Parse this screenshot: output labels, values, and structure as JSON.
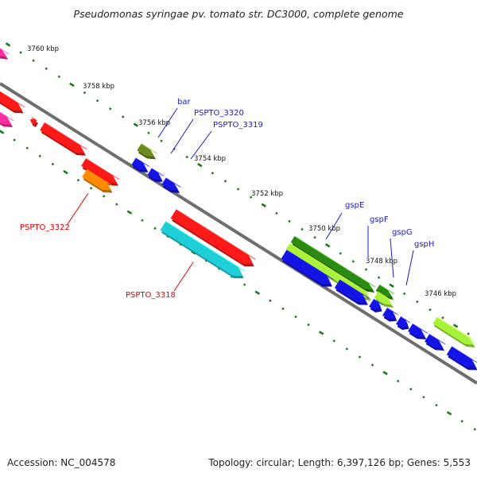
{
  "title": "Pseudomonas syringae pv. tomato str. DC3000, complete genome",
  "footer": {
    "accession": "Accession: NC_004578",
    "summary": "Topology: circular; Length: 6,397,126 bp; Genes: 5,553"
  },
  "colors": {
    "backbone": "#6e6e6e",
    "tick": "#1a7a1a",
    "red": "#ff1a1a",
    "magenta": "#ff2ca0",
    "orange": "#ff8c00",
    "olive": "#6b8a1f",
    "blue": "#1414e6",
    "cyan": "#1ecfd8",
    "dark_green": "#2a8a12",
    "light_green": "#a8f23a",
    "label_red": "#e00000",
    "label_blue": "#1a1acc"
  },
  "scale_labels": [
    "3760 kbp",
    "3758 kbp",
    "3756 kbp",
    "3754 kbp",
    "3752 kbp",
    "3750 kbp",
    "3748 kbp",
    "3746 kbp"
  ],
  "gene_labels": [
    {
      "text": "bar",
      "color": "label_blue"
    },
    {
      "text": "PSPTO_3320",
      "color": "label_blue"
    },
    {
      "text": "PSPTO_3319",
      "color": "label_blue"
    },
    {
      "text": "PSPTO_3322",
      "color": "label_red"
    },
    {
      "text": "PSPTO_3318",
      "color": "label_red"
    },
    {
      "text": "gspE",
      "color": "label_blue"
    },
    {
      "text": "gspF",
      "color": "label_blue"
    },
    {
      "text": "gspG",
      "color": "label_blue"
    },
    {
      "text": "gspH",
      "color": "label_blue"
    }
  ]
}
